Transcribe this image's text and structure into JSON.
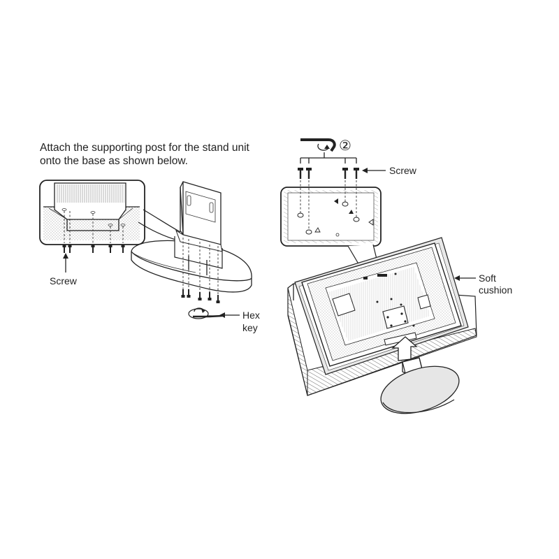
{
  "instruction": {
    "line1": "Attach the supporting post for the stand unit",
    "line2": "onto the base as shown below."
  },
  "labels": {
    "screw_left": "Screw",
    "screw_right": "Screw",
    "hex_key_line1": "Hex",
    "hex_key_line2": "key",
    "soft_cushion_line1": "Soft",
    "soft_cushion_line2": "cushion",
    "step_number": "②"
  }
}
